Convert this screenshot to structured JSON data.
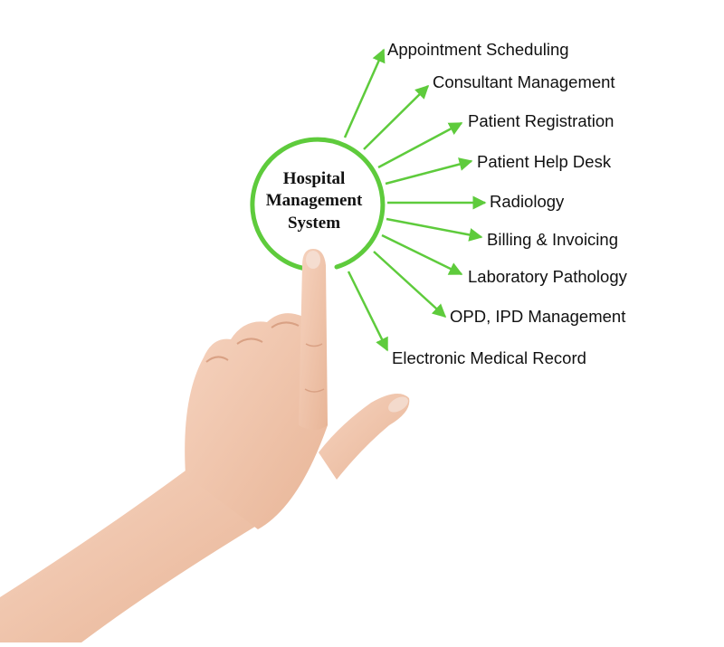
{
  "diagram": {
    "hub": {
      "lines": [
        "Hospital",
        "Management",
        "System"
      ]
    },
    "branches": [
      {
        "label": "Appointment Scheduling"
      },
      {
        "label": "Consultant Management"
      },
      {
        "label": "Patient Registration"
      },
      {
        "label": "Patient Help Desk"
      },
      {
        "label": "Radiology"
      },
      {
        "label": "Billing & Invoicing"
      },
      {
        "label": "Laboratory Pathology"
      },
      {
        "label": "OPD, IPD Management"
      },
      {
        "label": "Electronic Medical Record"
      }
    ],
    "colors": {
      "accent": "#5ecb3c",
      "text": "#111111",
      "skin": "#f1c6ad",
      "background": "#ffffff"
    },
    "icons": [
      "pointing-hand-icon"
    ]
  }
}
